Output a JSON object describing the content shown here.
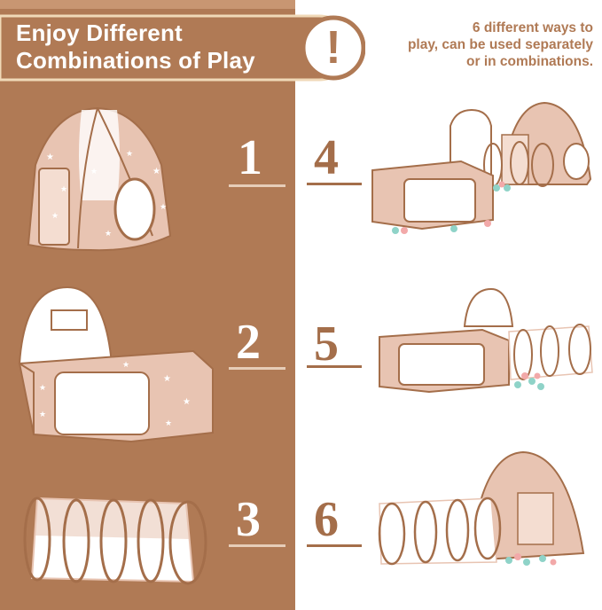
{
  "banner": {
    "title_line1": "Enjoy Different",
    "title_line2": "Combinations of Play",
    "exclamation": "!"
  },
  "note": {
    "line1": "6 different ways to",
    "line2": "play, can be used separately",
    "line3": "or in combinations."
  },
  "options": [
    {
      "number": "1"
    },
    {
      "number": "2"
    },
    {
      "number": "3"
    },
    {
      "number": "4"
    },
    {
      "number": "5"
    },
    {
      "number": "6"
    }
  ],
  "colors": {
    "panel_brown": "#b07a55",
    "accent_brown": "#a46e4a",
    "tent_pink": "#e8c4b2",
    "star": "#ffffff",
    "ball_teal": "#8fd3c8",
    "ball_pink": "#f2a9a9"
  },
  "icons": [
    "exclamation-icon",
    "tent-icon",
    "ball-pit-icon",
    "tunnel-icon"
  ]
}
